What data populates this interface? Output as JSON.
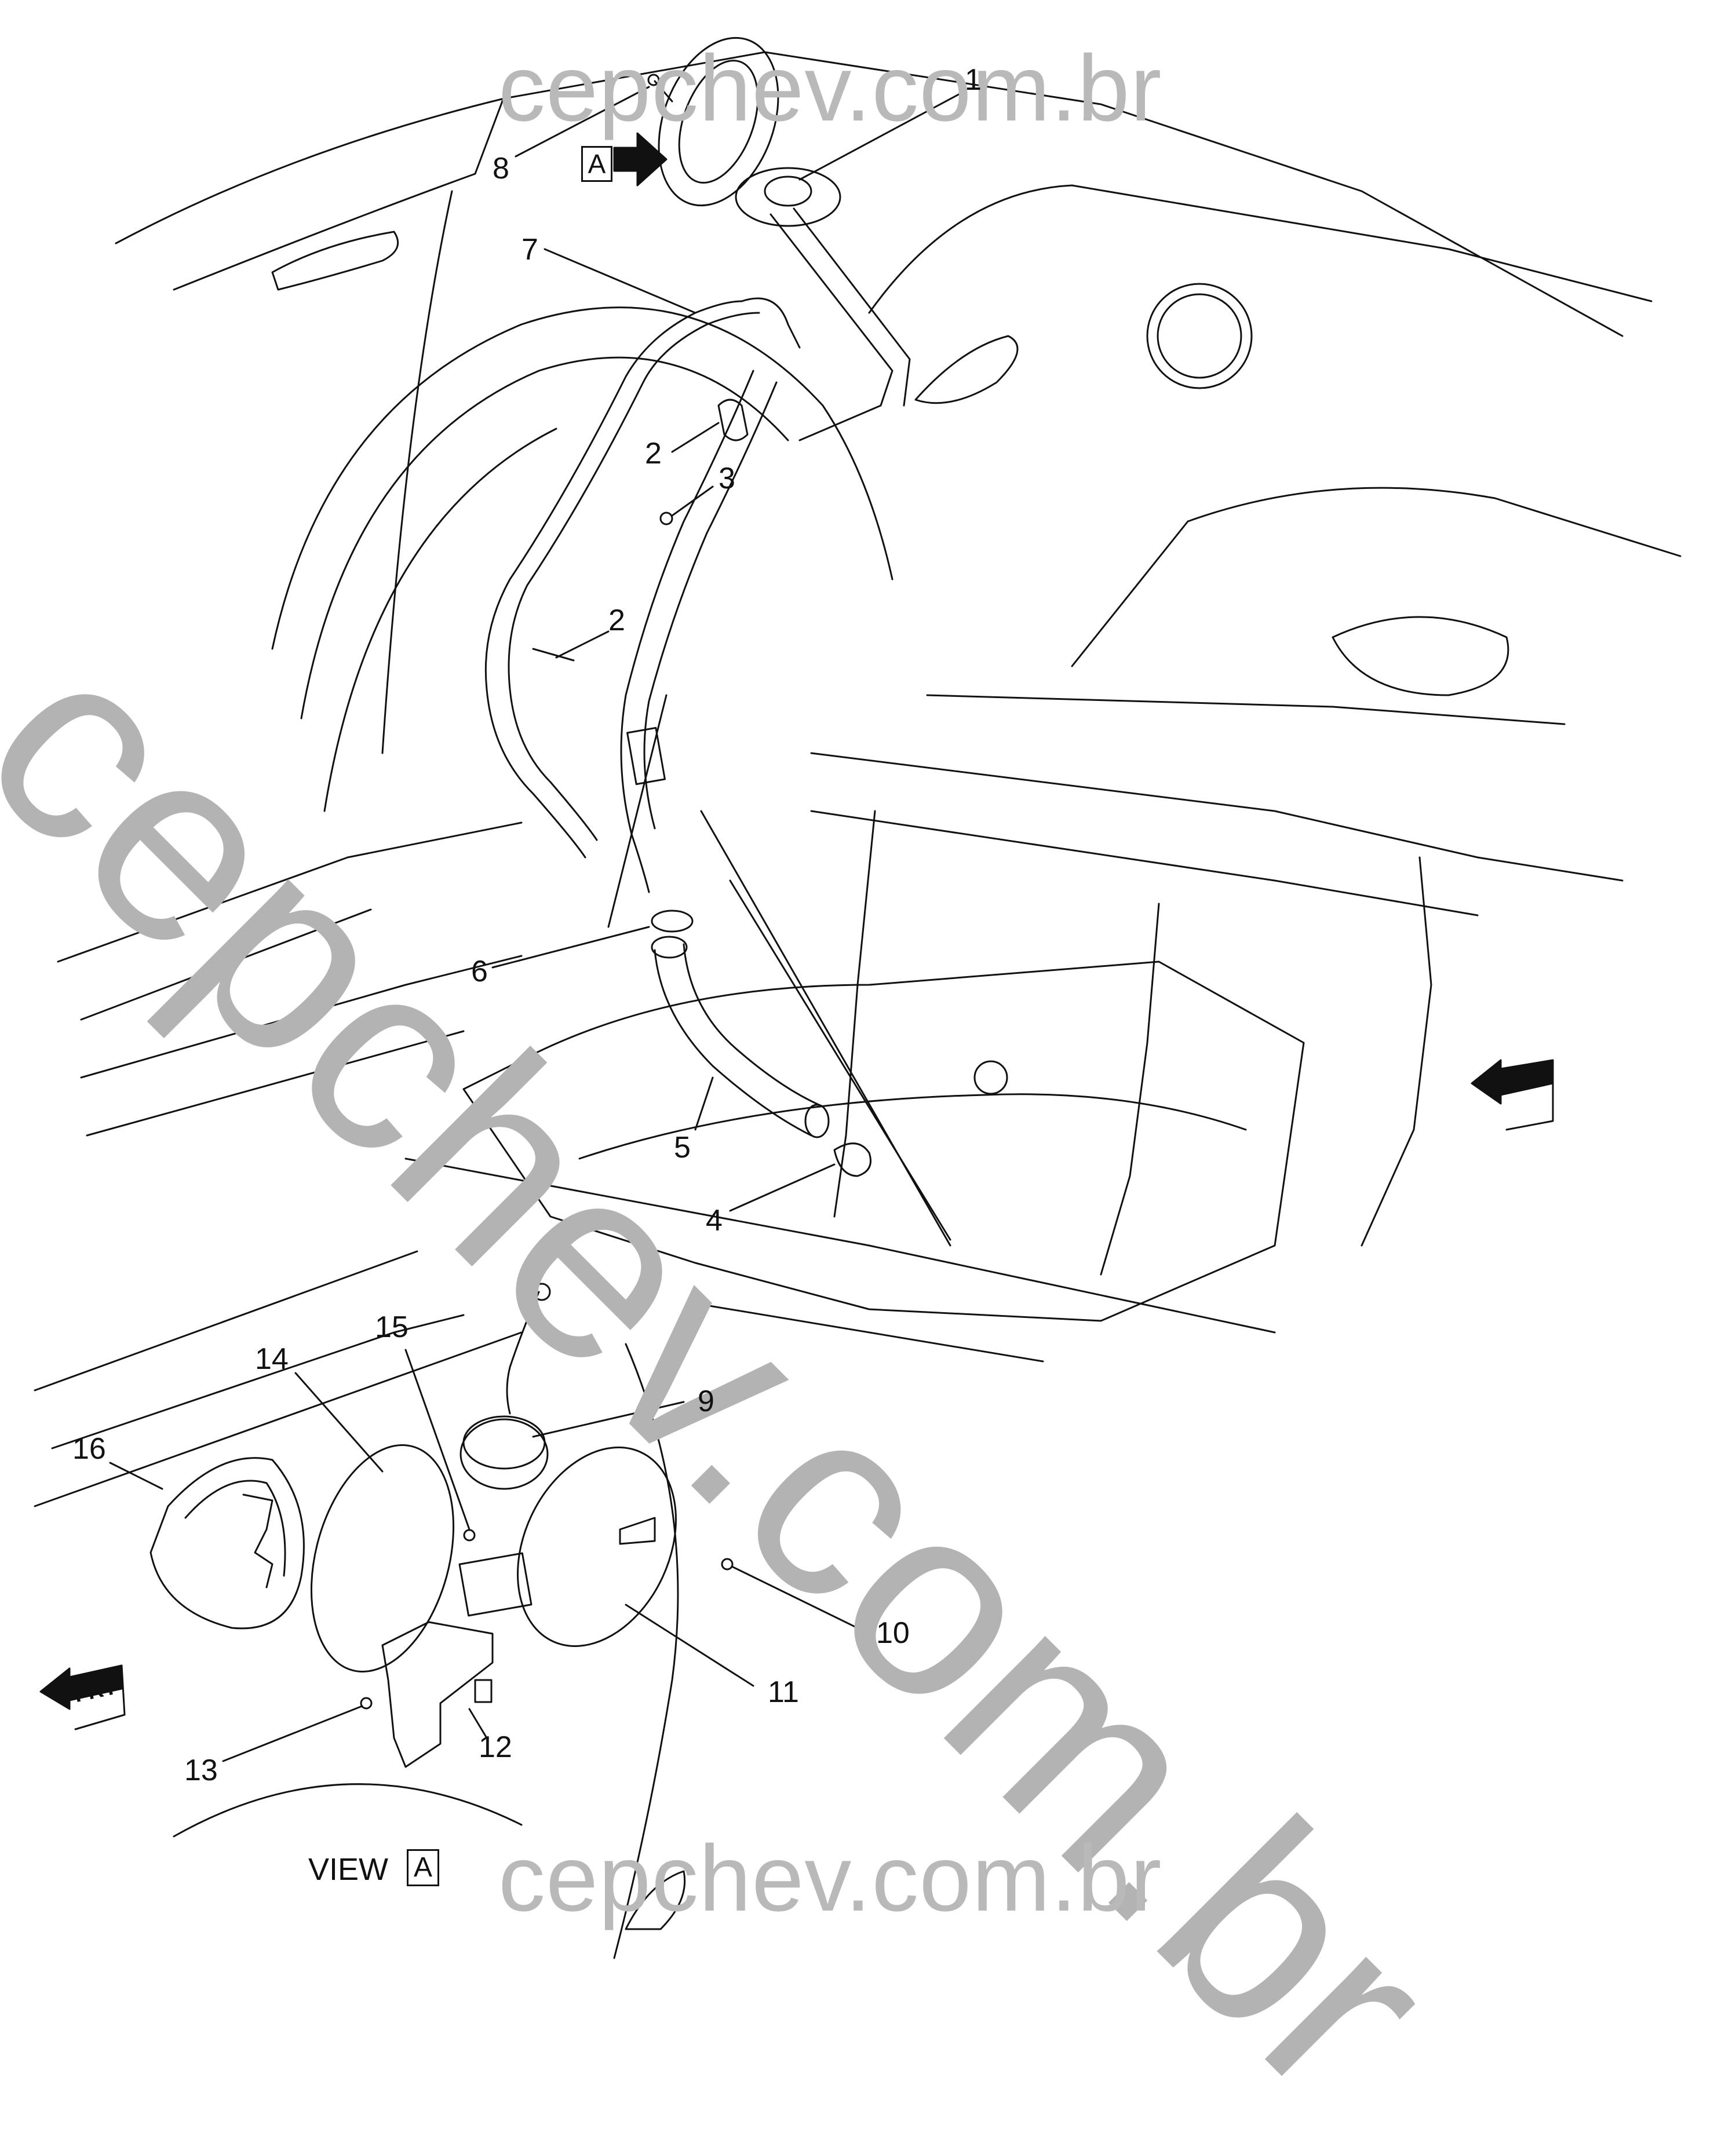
{
  "watermark": {
    "top": "cepchev.com.br",
    "diagonal": "cepchev.com.br",
    "bottom": "cepchev.com.br"
  },
  "view": {
    "indicator_letter": "A",
    "label": "VIEW",
    "letter": "A"
  },
  "front_indicator": "FRT",
  "callouts": [
    "1",
    "2",
    "3",
    "2",
    "8",
    "7",
    "6",
    "5",
    "4",
    "9",
    "10",
    "11",
    "12",
    "13",
    "14",
    "15",
    "16"
  ],
  "colors": {
    "line": "#111111",
    "watermark": "#b5b5b5"
  }
}
